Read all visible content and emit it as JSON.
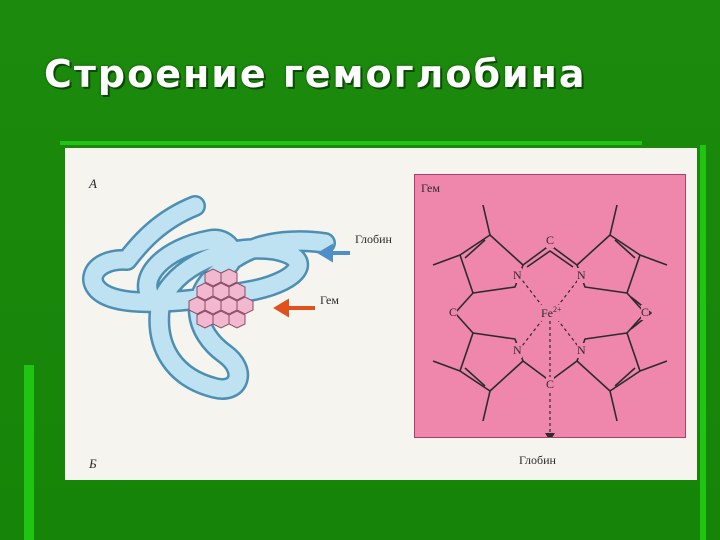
{
  "title": "Строение гемоглобина",
  "figure": {
    "label_a": "A",
    "label_b": "Б",
    "globin_label": "Глобин",
    "heme_label": "Гем",
    "structure": {
      "heme_label": "Гем",
      "globin_label": "Глобин",
      "atoms": {
        "n": "N",
        "c": "C",
        "iron": "Fe",
        "iron_charge": "2+"
      }
    }
  },
  "colors": {
    "background": "#1c8a0c",
    "accent_bar": "#22c414",
    "tube": "#bfe2f2",
    "tube_outline": "#4d8fb3",
    "heme_hex": "#f2b8cf",
    "pink_panel": "#ef87ad",
    "arrow_blue": "#4d8fc6",
    "arrow_orange": "#e0521b"
  }
}
